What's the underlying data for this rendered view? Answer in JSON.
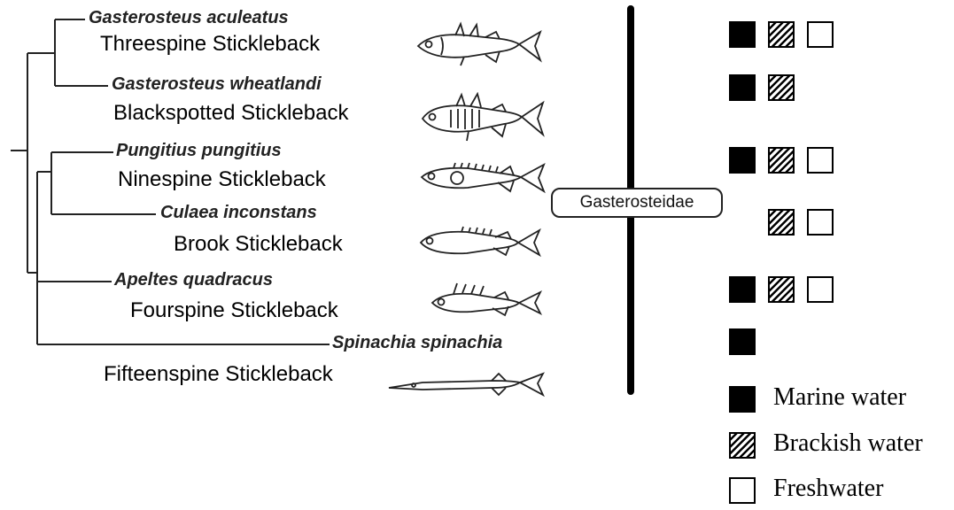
{
  "family_label": "Gasterosteidae",
  "species": [
    {
      "scientific": "Gasterosteus aculeatus",
      "common": "Threespine Stickleback",
      "habitats": [
        "marine",
        "brackish",
        "freshwater"
      ]
    },
    {
      "scientific": "Gasterosteus wheatlandi",
      "common": "Blackspotted Stickleback",
      "habitats": [
        "marine",
        "brackish"
      ]
    },
    {
      "scientific": "Pungitius pungitius",
      "common": "Ninespine Stickleback",
      "habitats": [
        "marine",
        "brackish",
        "freshwater"
      ]
    },
    {
      "scientific": "Culaea inconstans",
      "common": "Brook Stickleback",
      "habitats": [
        "brackish",
        "freshwater"
      ]
    },
    {
      "scientific": "Apeltes quadracus",
      "common": "Fourspine Stickleback",
      "habitats": [
        "marine",
        "brackish",
        "freshwater"
      ]
    },
    {
      "scientific": "Spinachia spinachia",
      "common": "Fifteenspine Stickleback",
      "habitats": [
        "marine"
      ]
    }
  ],
  "legend": {
    "marine": "Marine water",
    "brackish": "Brackish water",
    "freshwater": "Freshwater"
  },
  "fish_icons": [
    "threespine-stickleback-icon",
    "blackspotted-stickleback-icon",
    "ninespine-stickleback-icon",
    "brook-stickleback-icon",
    "fourspine-stickleback-icon",
    "fifteenspine-stickleback-icon"
  ]
}
